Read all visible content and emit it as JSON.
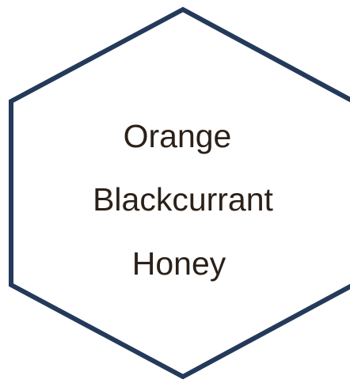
{
  "colors": {
    "hex_stroke": "#243a5a",
    "hex_fill": "#ffffff",
    "text": "#2b2119",
    "background": "#ffffff"
  },
  "lines": [
    "Orange",
    "Blackcurrant",
    "Honey"
  ]
}
